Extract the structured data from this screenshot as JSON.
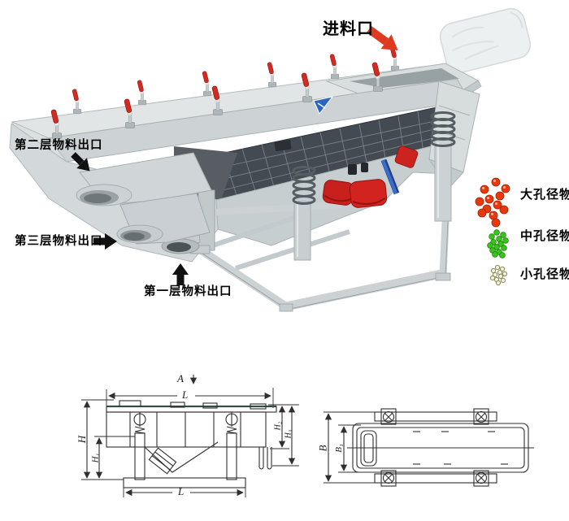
{
  "illustration": {
    "labels": {
      "feed_inlet": "进料口",
      "outlet_layer2": "第二层物料出口",
      "outlet_layer3": "第三层物料出口",
      "outlet_layer1": "第一层物料出口"
    },
    "legend": [
      {
        "label": "大孔径物料",
        "dot_color": "#e8380d",
        "dot_size": "large"
      },
      {
        "label": "中孔径物料",
        "dot_color": "#38c41a",
        "dot_size": "medium"
      },
      {
        "label": "小孔径物料",
        "dot_color": "#f2f2e4",
        "dot_size": "small"
      }
    ],
    "colors": {
      "arrow_red": "#df3a20",
      "arrow_black": "#111111",
      "machine_body": "#d3d9da",
      "mesh_dark": "#444a51",
      "clamp_red": "#d22b22",
      "motor_red": "#cc1f1c",
      "tube_blue": "#3a6ec9"
    }
  },
  "drawings": {
    "side_view": {
      "labels": {
        "section": "A",
        "length_top": "L",
        "length_base": "L",
        "height_total": "H",
        "height_inner": "H₁",
        "height_body": "H₂",
        "height_discharge": "H₃"
      }
    },
    "top_view": {
      "labels": {
        "width_total": "B",
        "width_inner": "B₁"
      }
    }
  }
}
